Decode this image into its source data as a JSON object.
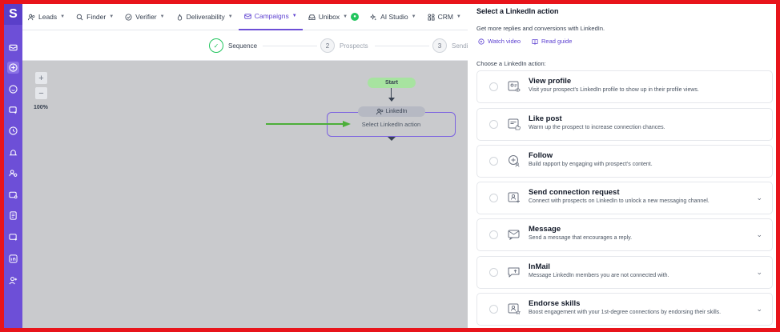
{
  "app": {
    "logo": "S"
  },
  "nav": {
    "items": [
      {
        "label": "Leads",
        "icon": "users-icon"
      },
      {
        "label": "Finder",
        "icon": "search-icon"
      },
      {
        "label": "Verifier",
        "icon": "check-circle-icon"
      },
      {
        "label": "Deliverability",
        "icon": "flame-icon"
      },
      {
        "label": "Campaigns",
        "icon": "mail-icon",
        "active": true
      },
      {
        "label": "Unibox",
        "icon": "inbox-icon",
        "badge": "●"
      },
      {
        "label": "AI Studio",
        "icon": "sparkle-icon"
      },
      {
        "label": "CRM",
        "icon": "crm-icon"
      }
    ]
  },
  "stepper": {
    "steps": [
      {
        "number": "✓",
        "label": "Sequence",
        "state": "done"
      },
      {
        "number": "2",
        "label": "Prospects",
        "state": "pending"
      },
      {
        "number": "3",
        "label": "Sendi",
        "state": "pending"
      }
    ]
  },
  "canvas": {
    "zoom_in": "+",
    "zoom_out": "−",
    "zoom_level": "100%",
    "start_label": "Start",
    "linkedin_tag": "LinkedIn",
    "linkedin_node_label": "Select LinkedIn action",
    "arrow_color": "#4caf3a"
  },
  "panel": {
    "title": "Select a LinkedIn action",
    "subtitle": "Get more replies and conversions with LinkedIn.",
    "watch_video": "Watch video",
    "read_guide": "Read guide",
    "choose_label": "Choose a LinkedIn action:",
    "actions": [
      {
        "title": "View profile",
        "desc": "Visit your prospect's LinkedIn profile to show up in their profile views.",
        "icon": "profile-view-icon",
        "chevron": ""
      },
      {
        "title": "Like post",
        "desc": "Warm up the prospect to increase connection chances.",
        "icon": "like-post-icon",
        "chevron": ""
      },
      {
        "title": "Follow",
        "desc": "Build rapport by engaging with prospect's content.",
        "icon": "follow-icon",
        "chevron": ""
      },
      {
        "title": "Send connection request",
        "desc": "Connect with prospects on LinkedIn to unlock a new messaging channel.",
        "icon": "connection-request-icon",
        "chevron": "⌄"
      },
      {
        "title": "Message",
        "desc": "Send a message that encourages a reply.",
        "icon": "message-icon",
        "chevron": "⌄"
      },
      {
        "title": "InMail",
        "desc": "Message LinkedIn members you are not connected with.",
        "icon": "inmail-icon",
        "chevron": "⌄"
      },
      {
        "title": "Endorse skills",
        "desc": "Boost engagement with your 1st-degree connections by endorsing their skills.",
        "icon": "endorse-icon",
        "chevron": "⌄"
      }
    ]
  },
  "colors": {
    "brand": "#6d4fd7",
    "accent": "#5b3fd0",
    "success": "#22c55e",
    "frame": "#e8141b"
  }
}
